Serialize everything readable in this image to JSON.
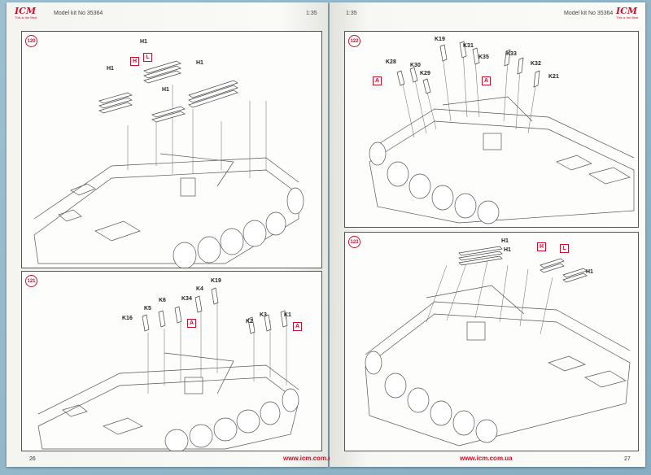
{
  "left_page": {
    "logo": "ICM",
    "logo_tagline": "This is the Best",
    "model_kit": "Model kit No 35364",
    "scale": "1:35",
    "page_number": "26",
    "url": "www.icm.com.ua",
    "steps": [
      {
        "number": "120",
        "labels": [
          "H1",
          "H1",
          "H1",
          "H1"
        ],
        "boxes": [
          "H",
          "L"
        ]
      },
      {
        "number": "121",
        "labels": [
          "K19",
          "K34",
          "K4",
          "K6",
          "K5",
          "K16",
          "K2",
          "K3",
          "K1"
        ],
        "boxes": [
          "A",
          "A"
        ]
      }
    ]
  },
  "right_page": {
    "logo": "ICM",
    "logo_tagline": "This is the Best",
    "model_kit": "Model kit No 35364",
    "scale": "1:35",
    "page_number": "27",
    "url": "www.icm.com.ua",
    "steps": [
      {
        "number": "122",
        "labels": [
          "K19",
          "K31",
          "K35",
          "K33",
          "K28",
          "K30",
          "K29",
          "K32",
          "K21"
        ],
        "boxes": [
          "A",
          "A"
        ]
      },
      {
        "number": "123",
        "labels": [
          "H1",
          "H1",
          "H1"
        ],
        "boxes": [
          "H",
          "L"
        ]
      }
    ]
  },
  "colors": {
    "accent": "#c8102e",
    "background": "#8fb6c9",
    "paper": "#f7f7f3"
  }
}
